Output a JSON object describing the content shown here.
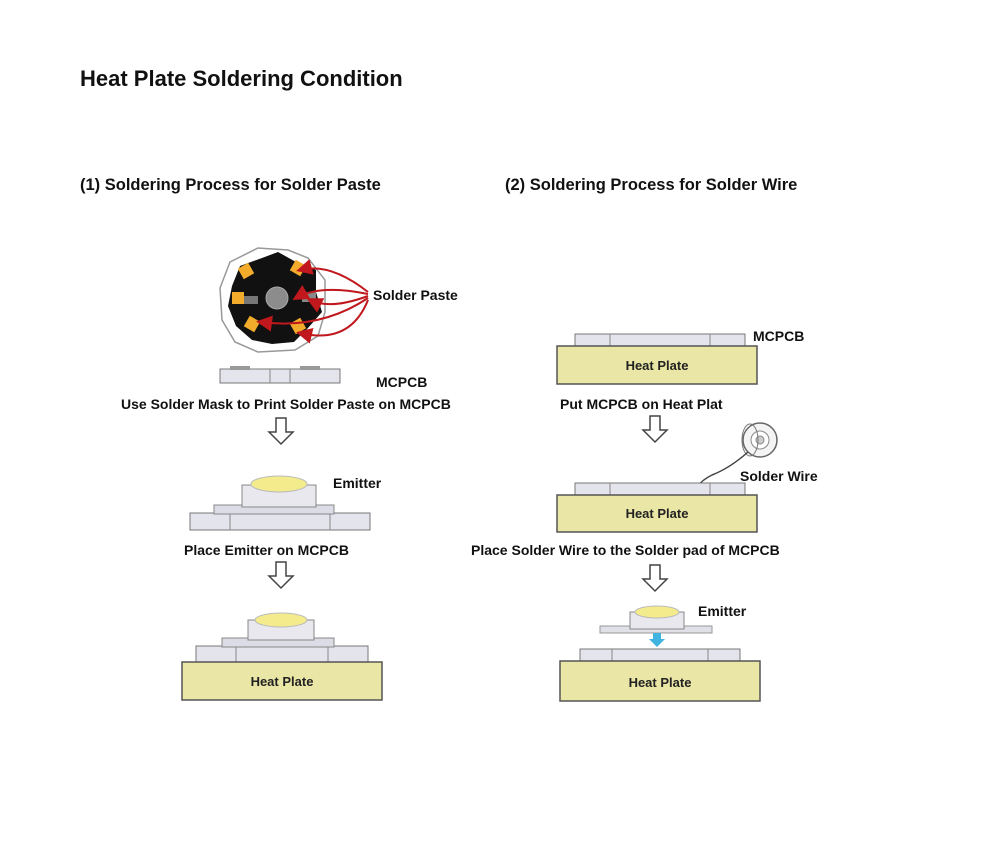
{
  "title": "Heat Plate Soldering Condition",
  "left": {
    "heading": "(1) Soldering Process for Solder Paste",
    "label_solder_paste": "Solder Paste",
    "label_mcpcb": "MCPCB",
    "step1": "Use Solder Mask to Print Solder Paste on MCPCB",
    "label_emitter": "Emitter",
    "step2": "Place Emitter on MCPCB",
    "heat_plate": "Heat Plate"
  },
  "right": {
    "heading": "(2) Soldering Process for Solder Wire",
    "label_mcpcb": "MCPCB",
    "heat_plate_1": "Heat Plate",
    "step1": "Put MCPCB on Heat Plat",
    "label_solder_wire": "Solder Wire",
    "heat_plate_2": "Heat Plate",
    "step2": "Place Solder Wire to the Solder pad of MCPCB",
    "label_emitter": "Emitter",
    "heat_plate_3": "Heat Plate"
  },
  "colors": {
    "heat_plate_fill": "#e9e6a6",
    "heat_plate_stroke": "#555555",
    "mcpcb_fill": "#e4e4ec",
    "pad_color": "#f2ab2b",
    "arrow_red": "#c0181d",
    "emitter_yellow": "#f4ec8c",
    "placement_arrow": "#3fb4e0"
  },
  "icons": {
    "down_arrow": "hollow-down-arrow-icon",
    "star_board": "star-mcpcb-icon",
    "wire_spool": "solder-wire-spool-icon"
  }
}
